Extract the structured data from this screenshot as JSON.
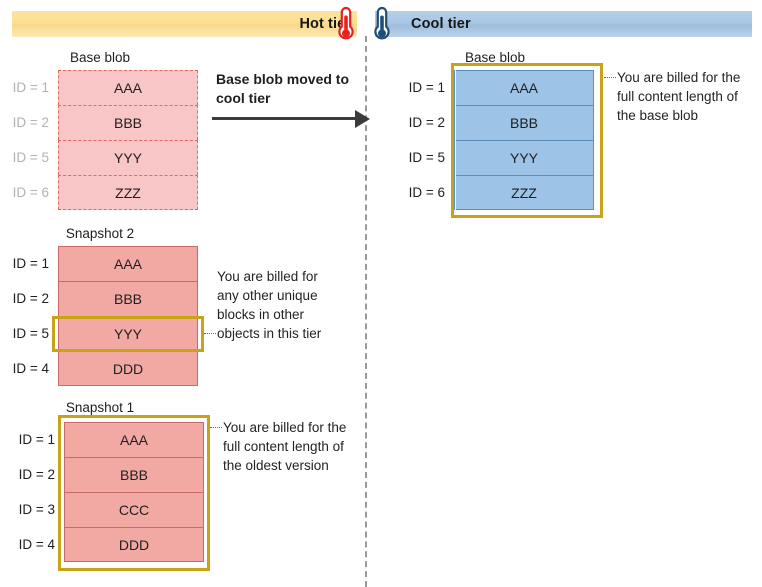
{
  "tiers": {
    "hot": {
      "label": "Hot tier",
      "icon": "thermometer-hot-icon",
      "color": "#fcdf90"
    },
    "cool": {
      "label": "Cool tier",
      "icon": "thermometer-cool-icon",
      "color": "#a9c6e3"
    }
  },
  "transition": {
    "caption": "Base blob moved to cool tier",
    "arrow": "right-arrow-icon"
  },
  "hot_base_blob": {
    "title": "Base blob",
    "state": "moved-away",
    "rows": [
      {
        "id": "ID = 1",
        "value": "AAA"
      },
      {
        "id": "ID = 2",
        "value": "BBB"
      },
      {
        "id": "ID = 5",
        "value": "YYY"
      },
      {
        "id": "ID = 6",
        "value": "ZZZ"
      }
    ]
  },
  "snapshot2": {
    "title": "Snapshot 2",
    "rows": [
      {
        "id": "ID = 1",
        "value": "AAA"
      },
      {
        "id": "ID = 2",
        "value": "BBB"
      },
      {
        "id": "ID = 5",
        "value": "YYY"
      },
      {
        "id": "ID = 4",
        "value": "DDD"
      }
    ],
    "highlighted_row_index": 2,
    "annotation": "You are billed for any other unique blocks in other objects in this tier"
  },
  "snapshot1": {
    "title": "Snapshot 1",
    "rows": [
      {
        "id": "ID = 1",
        "value": "AAA"
      },
      {
        "id": "ID = 2",
        "value": "BBB"
      },
      {
        "id": "ID = 3",
        "value": "CCC"
      },
      {
        "id": "ID = 4",
        "value": "DDD"
      }
    ],
    "annotation": "You are billed for the full content length of the oldest version"
  },
  "cool_base_blob": {
    "title": "Base blob",
    "rows": [
      {
        "id": "ID = 1",
        "value": "AAA"
      },
      {
        "id": "ID = 2",
        "value": "BBB"
      },
      {
        "id": "ID = 5",
        "value": "YYY"
      },
      {
        "id": "ID = 6",
        "value": "ZZZ"
      }
    ],
    "annotation": "You are billed for the full content length of the base blob"
  },
  "colors": {
    "pink_solid": "#f2a8a3",
    "pink_faded": "#f8c6c6",
    "blue": "#9dc3e6",
    "gold": "#c8a318",
    "hot_bar": "#fcdf90",
    "cool_bar": "#a9c6e3"
  }
}
